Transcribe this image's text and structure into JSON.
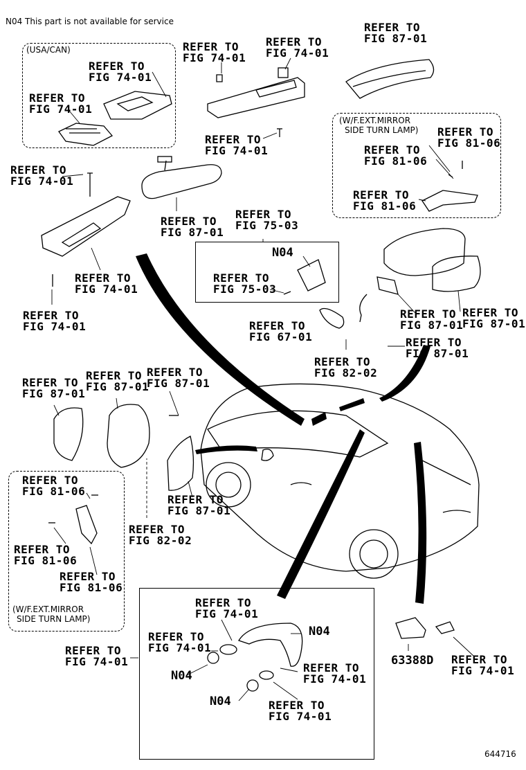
{
  "header_note": "N04  This part is not available for service",
  "diagram_id": "644716",
  "group_labels": {
    "usa_can": "(USA/CAN)",
    "mirror_lamp_top_1": "(W/F.EXT.MIRROR",
    "mirror_lamp_top_2": "SIDE TURN LAMP)",
    "mirror_lamp_bottom_1": "(W/F.EXT.MIRROR",
    "mirror_lamp_bottom_2": "SIDE TURN LAMP)"
  },
  "callouts": {
    "c1": [
      "REFER TO",
      "FIG 74-01"
    ],
    "c2": [
      "REFER TO",
      "FIG 74-01"
    ],
    "c3": [
      "REFER TO",
      "FIG 74-01"
    ],
    "c4": [
      "REFER TO",
      "FIG 74-01"
    ],
    "c5": [
      "REFER TO",
      "FIG 87-01"
    ],
    "c6": [
      "REFER TO",
      "FIG 74-01"
    ],
    "c7": [
      "REFER TO",
      "FIG 81-06"
    ],
    "c8": [
      "REFER TO",
      "FIG 81-06"
    ],
    "c9": [
      "REFER TO",
      "FIG 81-06"
    ],
    "c10": [
      "REFER TO",
      "FIG 74-01"
    ],
    "c11": [
      "REFER TO",
      "FIG 87-01"
    ],
    "c12": [
      "REFER TO",
      "FIG 75-03"
    ],
    "c13": [
      "REFER TO",
      "FIG 74-01"
    ],
    "c14": [
      "REFER TO",
      "FIG 75-03"
    ],
    "c15": [
      "REFER TO",
      "FIG 74-01"
    ],
    "c16": [
      "REFER TO",
      "FIG 87-01"
    ],
    "c17": [
      "REFER TO",
      "FIG 87-01"
    ],
    "c18": [
      "REFER TO",
      "FIG 67-01"
    ],
    "c19": [
      "REFER TO",
      "FIG 87-01"
    ],
    "c20": [
      "REFER TO",
      "FIG 82-02"
    ],
    "c21": [
      "REFER TO",
      "FIG 87-01"
    ],
    "c22": [
      "REFER TO",
      "FIG 87-01"
    ],
    "c23": [
      "REFER TO",
      "FIG 87-01"
    ],
    "c24": [
      "REFER TO",
      "FIG 81-06"
    ],
    "c25": [
      "REFER TO",
      "FIG 87-01"
    ],
    "c26": [
      "REFER TO",
      "FIG 82-02"
    ],
    "c27": [
      "REFER TO",
      "FIG 81-06"
    ],
    "c28": [
      "REFER TO",
      "FIG 81-06"
    ],
    "c29": [
      "REFER TO",
      "FIG 74-01"
    ],
    "c30": [
      "REFER TO",
      "FIG 74-01"
    ],
    "c31": [
      "REFER TO",
      "FIG 74-01"
    ],
    "c32": [
      "REFER TO",
      "FIG 74-01"
    ],
    "c33": [
      "REFER TO",
      "FIG 74-01"
    ],
    "c34": [
      "REFER TO",
      "FIG 74-01"
    ]
  },
  "codes": {
    "n04_a": "N04",
    "n04_b": "N04",
    "n04_c": "N04",
    "n04_d": "N04",
    "part_63388d": "63388D"
  }
}
